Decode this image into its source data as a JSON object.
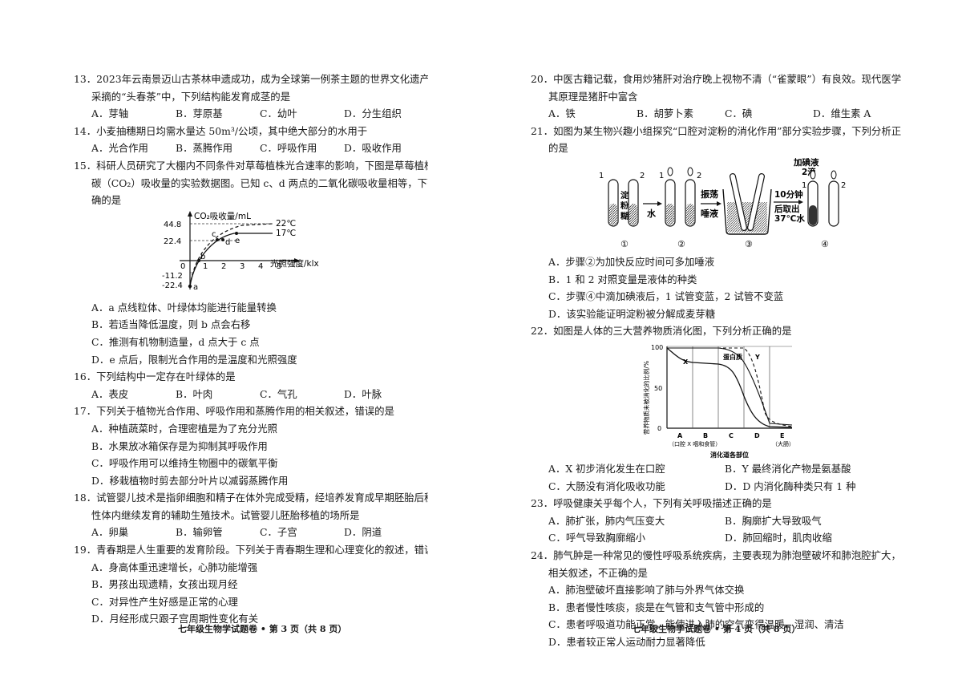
{
  "left": {
    "q13": {
      "lines": [
        "13．2023年云南景迈山古茶林申遗成功，成为全球第一例茶主题的世界文化遗产。在春季",
        "采摘的“头春茶”中，下列结构能发育成茎的是"
      ],
      "options": [
        "A．芽轴",
        "B．芽原基",
        "C．幼叶",
        "D．分生组织"
      ]
    },
    "q14": {
      "lines": [
        "14．小麦抽穗期日均需水量达 50m³/公顷，其中绝大部分的水用于"
      ],
      "options": [
        "A．光合作用",
        "B．蒸腾作用",
        "C．呼吸作用",
        "D．吸收作用"
      ]
    },
    "q15": {
      "lines": [
        "15．科研人员研究了大棚内不同条件对草莓植株光合速率的影响，下图是草莓植株二氧化",
        "碳（CO₂）吸收量的实验数据图。已知 c、d 两点的二氧化碳吸收量相等，下列分析正",
        "确的是"
      ],
      "graph": {
        "ylabel": "CO₂吸收量/mL",
        "xlabel": "光照强度/klx",
        "yticks": [
          "44.8",
          "22.4",
          "0",
          "-11.2",
          "-22.4"
        ],
        "xticks": [
          "1",
          "2",
          "3",
          "4",
          "5"
        ],
        "point_labels": [
          "a",
          "b",
          "c",
          "d",
          "e"
        ],
        "curve_labels": [
          "22℃",
          "17℃"
        ]
      },
      "options": [
        "A．a 点线粒体、叶绿体均能进行能量转换",
        "B．若适当降低温度，则 b 点会右移",
        "C．推测有机物制造量，d 点大于 c 点",
        "D．e 点后，限制光合作用的是温度和光照强度"
      ]
    },
    "q16": {
      "lines": [
        "16．下列结构中一定存在叶绿体的是"
      ],
      "options": [
        "A．表皮",
        "B．叶肉",
        "C．气孔",
        "D．叶脉"
      ]
    },
    "q17": {
      "lines": [
        "17．下列关于植物光合作用、呼吸作用和蒸腾作用的相关叙述，错误的是"
      ],
      "options": [
        "A．种植蔬菜时，合理密植是为了充分光照",
        "B．水果放冰箱保存是为抑制其呼吸作用",
        "C．呼吸作用可以维持生物圈中的碳氧平衡",
        "D．移栽植物时剪去部分叶片以减弱蒸腾作用"
      ]
    },
    "q18": {
      "lines": [
        "18．试管婴儿技术是指卵细胞和精子在体外完成受精，经培养发育成早期胚胎后移植到女",
        "性体内继续发育的辅助生殖技术。试管婴儿胚胎移植的场所是"
      ],
      "options": [
        "A．卵巢",
        "B．输卵管",
        "C．子宫",
        "D．阴道"
      ]
    },
    "q19": {
      "lines": [
        "19．青春期是人生重要的发育阶段。下列关于青春期生理和心理变化的叙述，错误的是"
      ],
      "options": [
        "A．身高体重迅速增长，心肺功能增强",
        "B．男孩出现遗精，女孩出现月经",
        "C．对异性产生好感是正常的心理",
        "D．月经形成只跟子宫周期性变化有关"
      ]
    },
    "footer": "七年级生物学试题卷 • 第 3 页（共 8 页）"
  },
  "right": {
    "q20": {
      "lines": [
        "20．中医古籍记载，食用炒猪肝对治疗晚上视物不清（“雀蒙眼”）有良效。现代医学分析",
        "其原理是猪肝中富含"
      ],
      "options": [
        "A．铁",
        "B．胡萝卜素",
        "C．碘",
        "D．维生素 A"
      ]
    },
    "q21": {
      "lines": [
        "21．如图为某生物兴趣小组探究“口腔对淀粉的消化作用”部分实验步骤，下列分析正确",
        "的是"
      ],
      "figure": {
        "labels": {
          "starch": [
            "淀",
            "粉",
            "糊"
          ],
          "water": "水",
          "shake": "振荡",
          "saliva": "唾液",
          "ten_min": "10分钟",
          "take_out": "后取出",
          "bath": "37℃水",
          "iodine": "加碘液",
          "drops": "2滴",
          "tube1": "1",
          "tube2": "2",
          "steps": [
            "①",
            "②",
            "③",
            "④"
          ]
        }
      },
      "options": [
        "A．步骤②为加快反应时间可多加唾液",
        "B．1 和 2 对照变量是液体的种类",
        "C．步骤④中滴加碘液后，1 试管变蓝，2 试管不变蓝",
        "D．该实验能证明淀粉被分解成麦芽糖"
      ]
    },
    "q22": {
      "lines": [
        "22．如图是人体的三大营养物质消化图，下列分析正确的是"
      ],
      "graph": {
        "ylabel": "营养物质未被消化的比例/%",
        "yticks": [
          "100",
          "50",
          "0"
        ],
        "xticks": [
          "A",
          "B",
          "C",
          "D",
          "E"
        ],
        "sublabels": [
          "（口腔 X 咽和食管）",
          "（大肠）"
        ],
        "xlabel": "消化道各部位",
        "curve_labels": [
          "X",
          "蛋白质",
          "Y"
        ]
      },
      "options": [
        "A．X 初步消化发生在口腔",
        "B．Y 最终消化产物是氨基酸",
        "C．大肠没有消化吸收功能",
        "D．D 内消化酶种类只有 1 种"
      ]
    },
    "q23": {
      "lines": [
        "23．呼吸健康关乎每个人，下列有关呼吸描述正确的是"
      ],
      "options": [
        "A．肺扩张，肺内气压变大",
        "B．胸廓扩大导致吸气",
        "C．呼气导致胸廓缩小",
        "D．肺回缩时，肌肉收缩"
      ]
    },
    "q24": {
      "lines": [
        "24．肺气肿是一种常见的慢性呼吸系统疾病，主要表现为肺泡壁破坏和肺泡腔扩大，下列",
        "相关叙述，不正确的是"
      ],
      "options": [
        "A．肺泡壁破坏直接影响了肺与外界气体交换",
        "B．患者慢性咳痰，痰是在气管和支气管中形成的",
        "C．患者呼吸道功能正常，能使进入肺的空气变得温暖、湿润、清洁",
        "D．患者较正常人运动耐力显著降低"
      ]
    },
    "footer": "七年级生物学试题卷 • 第 4 页（共 8 页）"
  }
}
